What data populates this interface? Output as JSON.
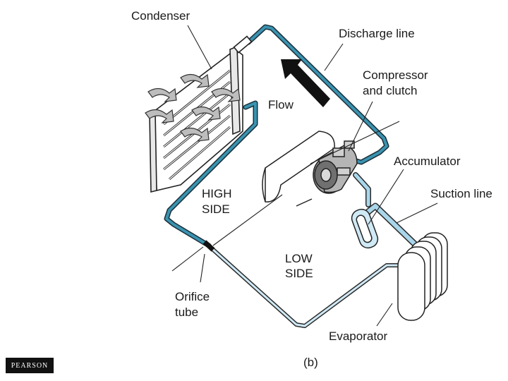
{
  "labels": {
    "condenser": "Condenser",
    "discharge_line": "Discharge line",
    "compressor": [
      "Compressor",
      "and clutch"
    ],
    "flow": "Flow",
    "accumulator": "Accumulator",
    "suction_line": "Suction line",
    "high_side": [
      "HIGH",
      "SIDE"
    ],
    "low_side": [
      "LOW",
      "SIDE"
    ],
    "orifice_tube": [
      "Orifice",
      "tube"
    ],
    "evaporator": "Evaporator",
    "figure_label": "(b)"
  },
  "logo": "PEARSON",
  "colors": {
    "high_side_line": "#2f8ca8",
    "low_side_line": "#a9d6ea",
    "outline": "#222222"
  }
}
